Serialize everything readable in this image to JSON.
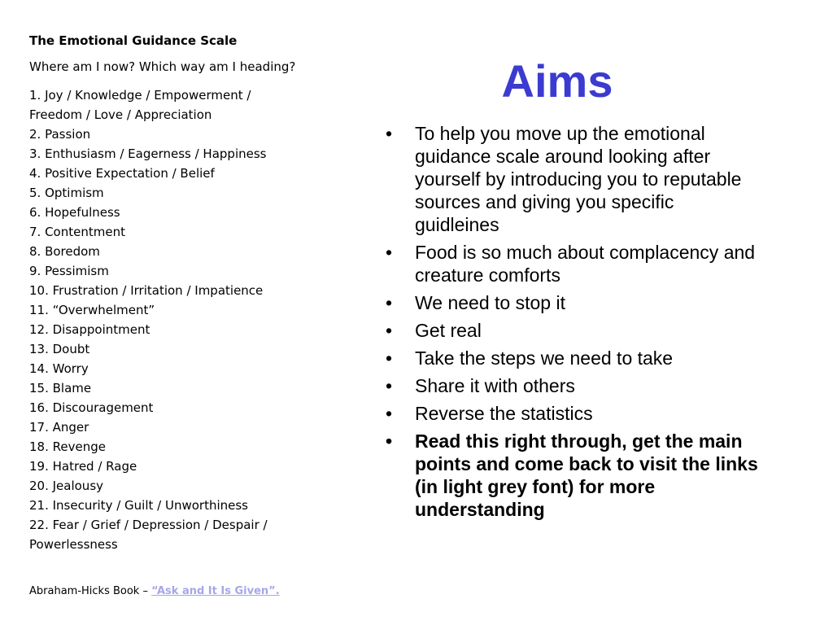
{
  "scale": {
    "title": "The Emotional Guidance Scale",
    "question": "Where am I now?  Which way am I heading?",
    "items": [
      "1. Joy / Knowledge / Empowerment / Freedom / Love / Appreciation",
      "2. Passion",
      "3. Enthusiasm / Eagerness / Happiness",
      "4. Positive Expectation / Belief",
      "5. Optimism",
      "6. Hopefulness",
      "7. Contentment",
      "8. Boredom",
      "9. Pessimism",
      "10. Frustration / Irritation / Impatience",
      "11. “Overwhelment”",
      "12. Disappointment",
      "13. Doubt",
      "14. Worry",
      "15. Blame",
      "16. Discouragement",
      "17. Anger",
      "18. Revenge",
      "19. Hatred / Rage",
      "20. Jealousy",
      "21. Insecurity / Guilt / Unworthiness",
      "22. Fear / Grief / Depression / Despair / Powerlessness"
    ]
  },
  "credit": {
    "prefix": "Abraham-Hicks Book – ",
    "link_text": "“Ask  and It Is Given”.",
    "link_color": "#a6a6e8"
  },
  "aims": {
    "title": "Aims",
    "title_color": "#3b3bd1",
    "bullet": "•",
    "points": [
      "To help you move up the emotional guidance scale around looking after yourself by introducing you to reputable sources and giving you specific guidleines",
      "Food is so much about complacency and creature comforts",
      "We need to stop it",
      "Get real",
      "Take the steps we need to take",
      "Share it with others",
      "Reverse the statistics",
      "Read this right through, get the main points and come back to visit the links (in light grey font) for more understanding"
    ]
  }
}
